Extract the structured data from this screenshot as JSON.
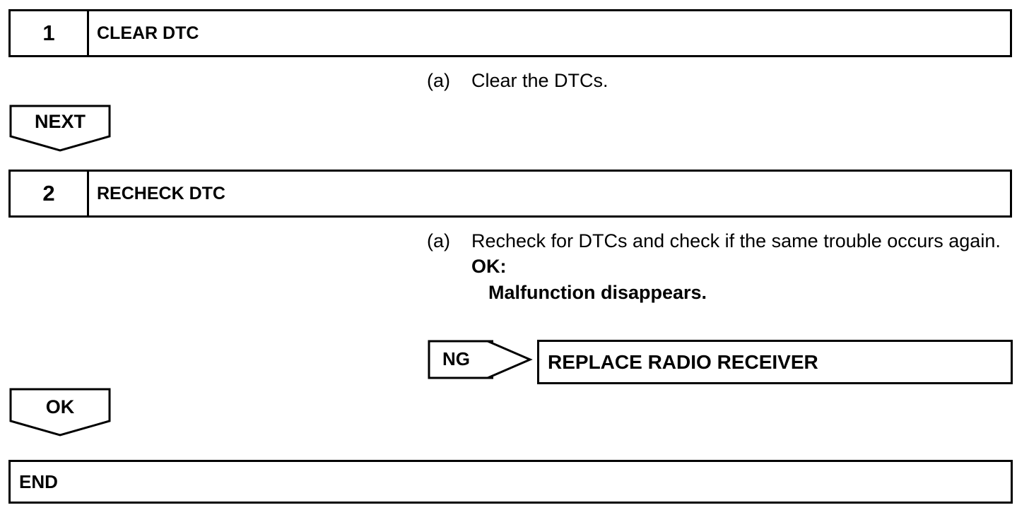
{
  "steps": [
    {
      "number": "1",
      "title": "CLEAR DTC",
      "marker": "(a)",
      "instruction": "Clear the DTCs."
    },
    {
      "number": "2",
      "title": "RECHECK DTC",
      "marker": "(a)",
      "instruction": "Recheck for DTCs and check if the same trouble occurs again.",
      "ok_label": "OK:",
      "ok_value": "Malfunction disappears."
    }
  ],
  "arrows": {
    "next": "NEXT",
    "ok": "OK",
    "ng": "NG"
  },
  "ng_result": "REPLACE RADIO RECEIVER",
  "end": "END"
}
